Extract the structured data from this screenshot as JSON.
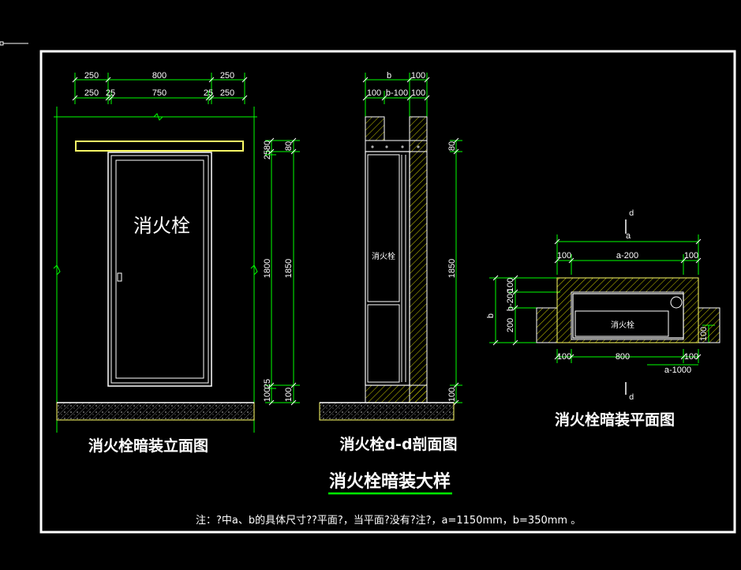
{
  "colors": {
    "background": "#000000",
    "dimension": "#00ff00",
    "outline": "#ffffff",
    "yellow": "#ffff66",
    "hatch": "#cccc00"
  },
  "elevation": {
    "title": "消火栓暗装立面图",
    "cabinet_label": "消火栓",
    "dims_top_row1": [
      "250",
      "800",
      "250"
    ],
    "dims_top_row2": [
      "250",
      "25",
      "750",
      "25",
      "250"
    ],
    "dims_right_col1": [
      "25",
      "80",
      "1800",
      "100",
      "25"
    ],
    "dims_right_col2": [
      "80",
      "1850",
      "100"
    ]
  },
  "section": {
    "title": "消火栓d-d剖面图",
    "cabinet_label": "消火栓",
    "dims_top_row1": [
      "b",
      "100"
    ],
    "dims_top_row2": [
      "100",
      "b-100",
      "100"
    ],
    "dims_right": [
      "80",
      "1850",
      "100"
    ]
  },
  "plan": {
    "title": "消火栓暗装平面图",
    "cabinet_label": "消火栓",
    "section_mark_top": "d",
    "section_mark_bottom": "d",
    "dim_a": "a",
    "dims_top_row": [
      "100",
      "a-200",
      "100"
    ],
    "dims_bottom_row": [
      "100",
      "800",
      "100"
    ],
    "dim_a_minus_1000": "a-1000",
    "dims_left_outer": "b",
    "dims_left_inner": [
      "100",
      "b-200",
      "200"
    ],
    "dim_right": "100"
  },
  "main_title": "消火栓暗装大样",
  "note": "注：?中a、b的具体尺寸??平面?，当平面?没有?注?，a=1150mm，b=350mm 。"
}
